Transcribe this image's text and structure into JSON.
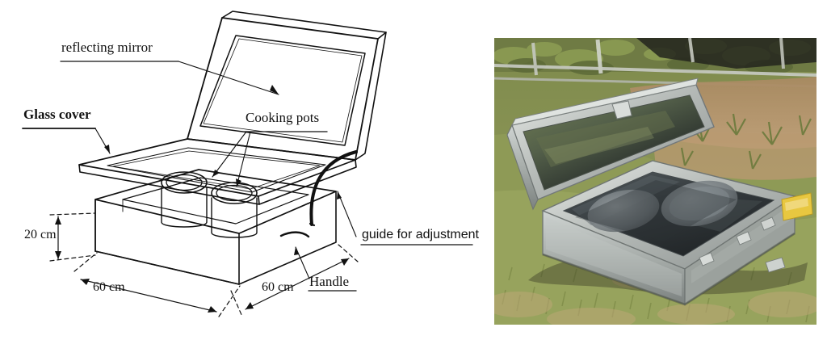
{
  "figure": {
    "type": "solar-box-cooker-figure",
    "left_panel": "schematic line drawing of a box-type solar cooker",
    "right_panel": "photograph of the solar box cooker standing on grass"
  },
  "diagram": {
    "labels": {
      "reflecting_mirror": "reflecting mirror",
      "glass_cover": "Glass cover",
      "cooking_pots": "Cooking pots",
      "guide_for_adjustment": "guide for adjustment",
      "handle": "Handle"
    },
    "dimensions": {
      "height": "20 cm",
      "width": "60 cm",
      "depth": "60 cm"
    },
    "colors": {
      "ink": "#111111",
      "paper": "#ffffff"
    }
  },
  "photo": {
    "alt": "Solar box cooker with open mirrored lid and two dark cooking pots under a glass cover, placed on a grassy field",
    "colors": {
      "grass_light": "#9aa560",
      "grass_dark": "#6d7c3c",
      "soil": "#b59267",
      "metal_light": "#d8dcd8",
      "metal_mid": "#a9aeaa",
      "metal_dark": "#6d7271",
      "glass_dark": "#2b2f31",
      "glass_mid": "#4b5154",
      "pot_grey": "#7f868a",
      "shadow": "#141414",
      "yellow_tag": "#e8c740"
    }
  }
}
